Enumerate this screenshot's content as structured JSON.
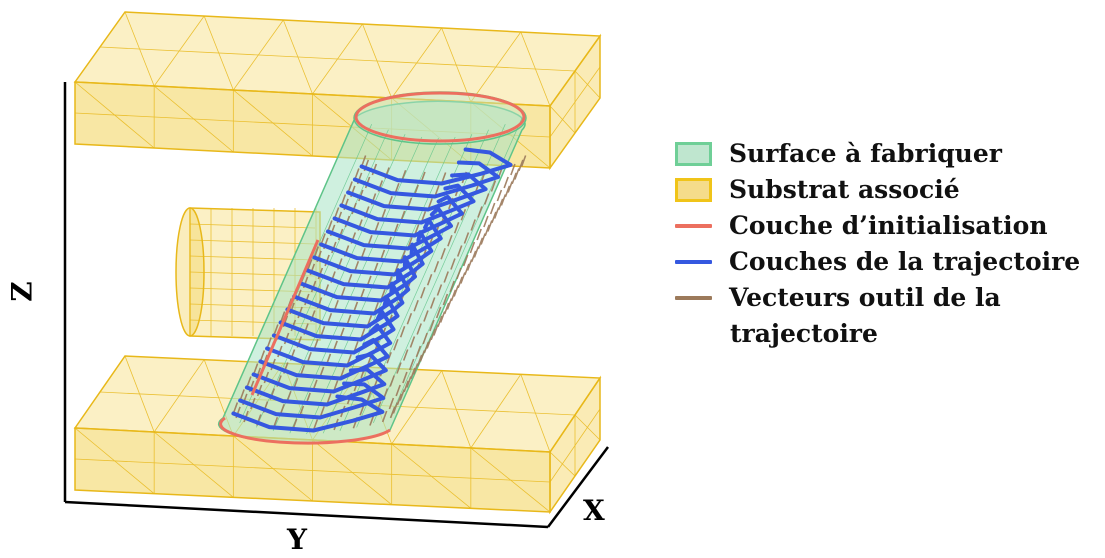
{
  "axes": {
    "x_label": "X",
    "y_label": "Y",
    "z_label": "Z"
  },
  "legend": {
    "items": [
      {
        "label": "Surface à fabriquer",
        "kind": "box",
        "fill": "#bfe6cf",
        "stroke": "#6fcf97"
      },
      {
        "label": "Substrat associé",
        "kind": "box",
        "fill": "#f5dc8a",
        "stroke": "#f0c419"
      },
      {
        "label": "Couche d’initialisation",
        "kind": "line",
        "stroke": "#ec6f5f"
      },
      {
        "label": "Couches de la trajectoire",
        "kind": "line",
        "stroke": "#3558e0"
      },
      {
        "label": "Vecteurs outil de la",
        "kind": "line",
        "stroke": "#9c7a5b"
      }
    ],
    "continuation": "trajectoire"
  },
  "colors": {
    "substrate_fill": "#f3d35a",
    "substrate_edge": "#e8b81a",
    "surface_fill": "#a8e4c4",
    "surface_edge": "#5fc489",
    "init_layer": "#ec6f5f",
    "trajectory": "#3558e0",
    "tool_vectors": "#9c7a5b"
  }
}
